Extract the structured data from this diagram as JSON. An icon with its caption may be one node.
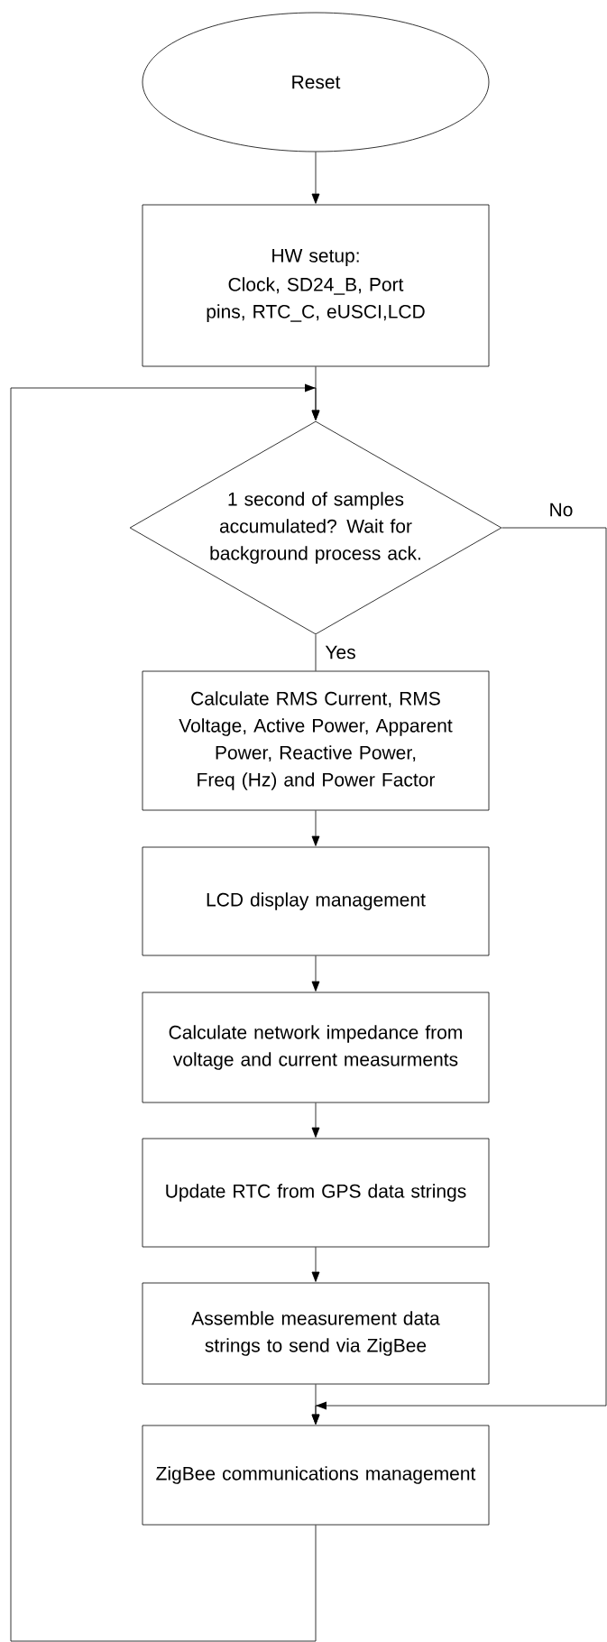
{
  "diagram": {
    "nodes": [
      {
        "text": [
          "Reset"
        ]
      },
      {
        "text": [
          "HW setup:",
          "Clock, SD24_B, Port pins, RTC_C, eUSCI,LCD"
        ]
      },
      {
        "text": [
          "1 second of samples accumulated? Wait for background process ack."
        ]
      },
      {
        "text": [
          "Calculate RMS Current, RMS Voltage, Active Power, Apparent Power, Reactive Power, Freq (Hz) and Power Factor"
        ]
      },
      {
        "text": [
          "LCD display management"
        ]
      },
      {
        "text": [
          "Calculate network impedance from voltage and current measurments"
        ]
      },
      {
        "text": [
          "Update RTC from GPS data strings"
        ]
      },
      {
        "text": [
          "Assemble measurement data strings to send via ZigBee"
        ]
      },
      {
        "text": [
          "ZigBee communications management"
        ]
      }
    ],
    "edges": [
      {
        "from": 0,
        "to": 1,
        "arrow": "to"
      },
      {
        "from": 1,
        "to": 2,
        "arrow": "to"
      },
      {
        "from": 2,
        "to": 3,
        "arrow": "none",
        "label": "Yes"
      },
      {
        "from": 3,
        "to": 4,
        "arrow": "to"
      },
      {
        "from": 4,
        "to": 5,
        "arrow": "to"
      },
      {
        "from": 5,
        "to": 6,
        "arrow": "to"
      },
      {
        "from": 6,
        "to": 7,
        "arrow": "to"
      },
      {
        "from": 7,
        "to": 8,
        "arrow": "to"
      },
      {
        "from": 2,
        "to": 8,
        "arrow": "to",
        "label": "No"
      },
      {
        "from": 8,
        "to": 2,
        "arrow": "to"
      }
    ]
  }
}
